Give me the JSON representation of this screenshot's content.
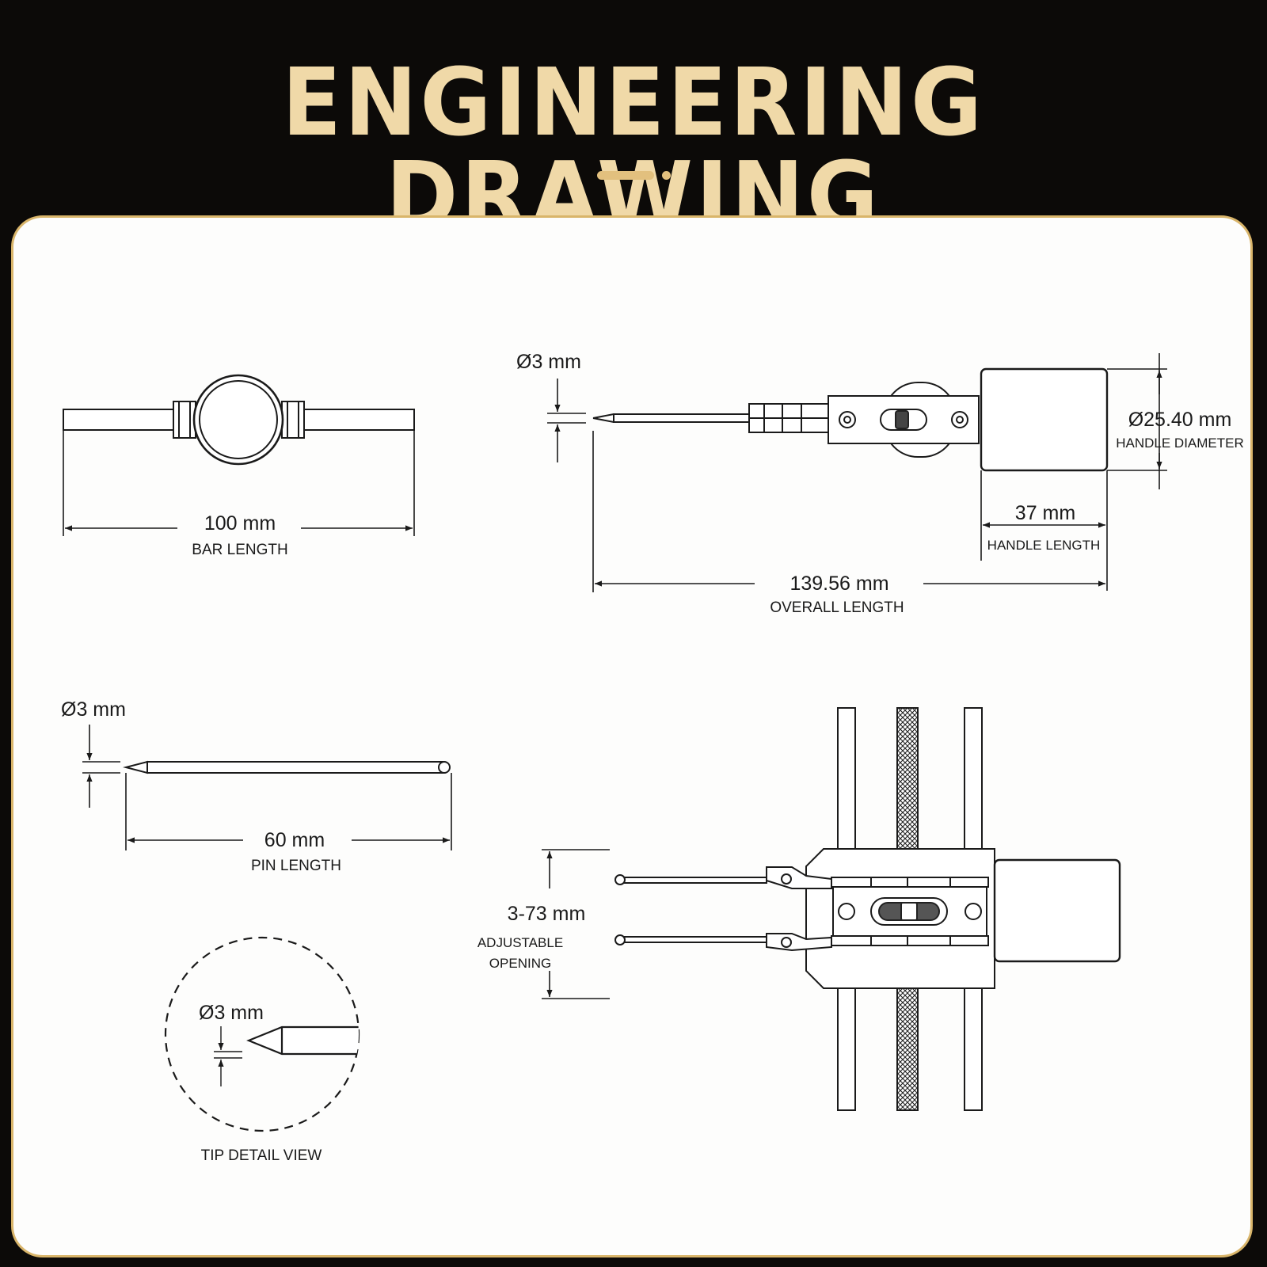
{
  "header": {
    "title": "ENGINEERING DRAWING",
    "accent_color": "#e2c07e",
    "title_color": "#f0d9a8"
  },
  "panel": {
    "border_color": "#d9b56a"
  },
  "views": {
    "bar": {
      "dimension": "100 mm",
      "label": "BAR LENGTH"
    },
    "side": {
      "tip_diameter": "Ø3 mm",
      "handle_diameter": "Ø25.40 mm",
      "handle_diameter_label": "HANDLE DIAMETER",
      "handle_length": "37 mm",
      "handle_length_label": "HANDLE LENGTH",
      "overall_length": "139.56 mm",
      "overall_length_label": "OVERALL LENGTH"
    },
    "pin": {
      "tip_diameter": "Ø3 mm",
      "length": "60 mm",
      "length_label": "PIN LENGTH"
    },
    "detail": {
      "tip_diameter": "Ø3 mm",
      "caption": "TIP DETAIL VIEW"
    },
    "top": {
      "opening": "3-73 mm",
      "opening_label_line1": "ADJUSTABLE",
      "opening_label_line2": "OPENING"
    }
  }
}
